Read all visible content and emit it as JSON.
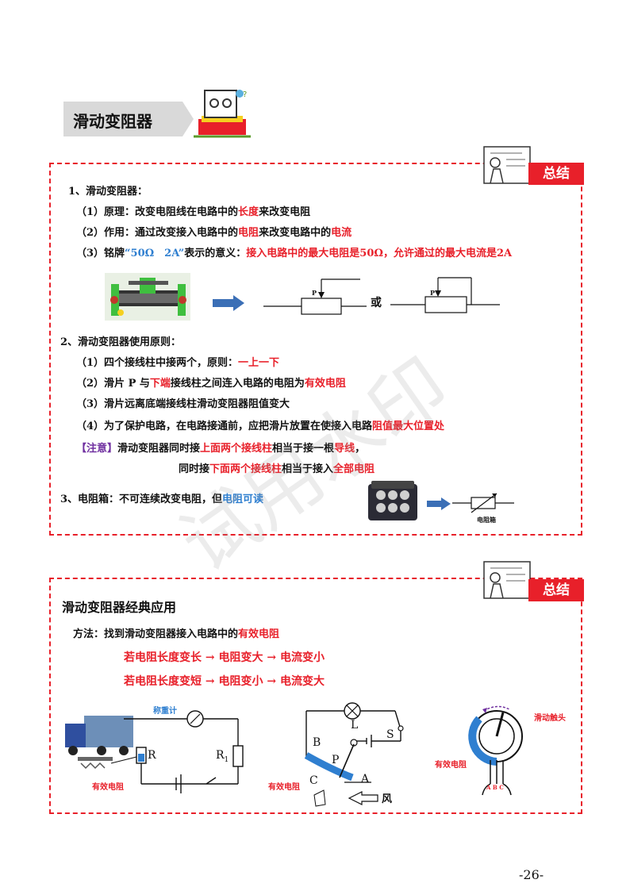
{
  "section_title": "滑动变阻器",
  "summary_tag": "总结",
  "s1": {
    "h1": "1、滑动变阻器：",
    "l1_prefix": "（1）原理：改变电阻线在电路中的",
    "l1_red": "长度",
    "l1_suffix": "来改变电阻",
    "l2_prefix": "（2）作用：通过改变接入电路中的",
    "l2_red1": "电阻",
    "l2_mid": "来改变电路中的",
    "l2_red2": "电流",
    "l3_prefix": "（3）铭牌",
    "l3_blue": "“50Ω　2A”",
    "l3_mid": "表示的意义：",
    "l3_red": "接入电路中的最大电阻是50Ω，允许通过的最大电流是2A",
    "or_text": "或",
    "p_label": "P",
    "h2": "2、滑动变阻器使用原则：",
    "r1_prefix": "（1）四个接线柱中接两个，原则：",
    "r1_red": "一上一下",
    "r2_prefix": "（2）滑片 P 与",
    "r2_red": "下端",
    "r2_mid": "接线柱之间连入电路的电阻为",
    "r2_red2": "有效电阻",
    "r3": "（3）滑片远离底端接线柱滑动变阻器阻值变大",
    "r4_prefix": "（4）为了保护电路，在电路接通前，应把滑片放置在使接入电路",
    "r4_red": "阻值最大位置处",
    "note_tag": "【注意】",
    "note1_prefix": "滑动变阻器同时接",
    "note1_red1": "上面两个接线柱",
    "note1_mid": "相当于接一根",
    "note1_red2": "导线",
    "note1_end": "，",
    "note2_prefix": "同时接",
    "note2_red1": "下面两个接线柱",
    "note2_mid": "相当于接入",
    "note2_red2": "全部电阻",
    "h3_prefix": "3、电阻箱：不可连续改变电阻，但",
    "h3_blue": "电阻可读",
    "box_label": "电阻箱"
  },
  "s2": {
    "title": "滑动变阻器经典应用",
    "method_prefix": "方法：找到滑动变阻器接入电路中的",
    "method_red": "有效电阻",
    "rule1": "若电阻长度变长 → 电阻变大 → 电流变小",
    "rule2": "若电阻长度变短 → 电阻变小 → 电流变大",
    "fig1_meter": "称重计",
    "fig1_R": "R",
    "fig1_R1": "R",
    "fig1_R1_sub": "1",
    "fig1_eff": "有效电阻",
    "fig2_L": "L",
    "fig2_S": "S",
    "fig2_B": "B",
    "fig2_P": "P",
    "fig2_C": "C",
    "fig2_A": "A",
    "fig2_eff": "有效电阻",
    "fig2_wind": "风",
    "fig3_contact": "滑动触头",
    "fig3_eff": "有效电阻",
    "fig3_ABC": "A B C"
  },
  "page_number": "-26-",
  "watermark": "试用水印"
}
